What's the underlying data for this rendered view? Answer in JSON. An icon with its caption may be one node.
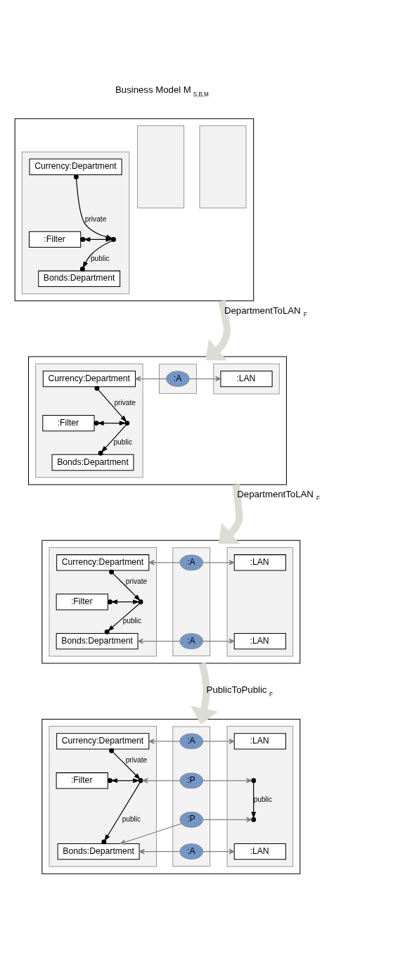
{
  "diagram": {
    "nodes": [
      {
        "text": [],
        "shape": "box"
      },
      {
        "text": [],
        "shape": "box",
        "in": 0
      },
      {
        "text": [],
        "shape": "box",
        "in": 0
      },
      {
        "text": [],
        "shape": "box",
        "in": 0
      },
      {
        "text": [
          "Currency:Department"
        ],
        "in": 1
      },
      {
        "text": [],
        "shape": "dot",
        "in": 1
      },
      {
        "text": [
          ":Filter"
        ],
        "in": 1
      },
      {
        "text": [
          "Bonds:Department"
        ],
        "in": 1
      },
      {
        "text": [],
        "shape": "box"
      },
      {
        "text": [],
        "shape": "box",
        "in": 8
      },
      {
        "text": [],
        "shape": "box",
        "in": 8
      },
      {
        "text": [],
        "shape": "box",
        "in": 8
      },
      {
        "text": [
          "Currency:Department"
        ],
        "in": 9
      },
      {
        "text": [],
        "shape": "dot",
        "in": 9
      },
      {
        "text": [
          ":Filter"
        ],
        "in": 9
      },
      {
        "text": [
          "Bonds:Department"
        ],
        "in": 9
      },
      {
        "text": [
          ":A"
        ],
        "in": 10
      },
      {
        "text": [
          ":LAN"
        ],
        "in": 11
      },
      {
        "text": [],
        "shape": "box"
      },
      {
        "text": [],
        "shape": "box",
        "in": 18
      },
      {
        "text": [],
        "shape": "box",
        "in": 18
      },
      {
        "text": [],
        "shape": "box",
        "in": 18
      },
      {
        "text": [
          "Currency:Department"
        ],
        "in": 19
      },
      {
        "text": [],
        "shape": "dot",
        "in": 19
      },
      {
        "text": [
          ":Filter"
        ],
        "in": 19
      },
      {
        "text": [
          "Bonds:Department"
        ],
        "in": 19
      },
      {
        "text": [
          ":A"
        ],
        "in": 20
      },
      {
        "text": [
          ":A"
        ],
        "in": 20
      },
      {
        "text": [
          ":LAN"
        ],
        "in": 21
      },
      {
        "text": [
          ":LAN"
        ],
        "in": 21
      },
      {
        "text": [],
        "shape": "box"
      },
      {
        "text": [],
        "shape": "box",
        "in": 30
      },
      {
        "text": [],
        "shape": "box",
        "in": 30
      },
      {
        "text": [],
        "shape": "box",
        "in": 30
      },
      {
        "text": [
          "Currency:Department"
        ],
        "in": 31
      },
      {
        "text": [],
        "shape": "dot",
        "in": 31
      },
      {
        "text": [
          ":Filter"
        ],
        "in": 31
      },
      {
        "text": [
          "Bonds:Department"
        ],
        "in": 31
      },
      {
        "text": [
          ":A"
        ],
        "in": 32
      },
      {
        "text": [
          ":P"
        ],
        "in": 32
      },
      {
        "text": [
          ":P"
        ],
        "in": 32
      },
      {
        "text": [
          ":A"
        ],
        "in": 32
      },
      {
        "text": [
          ":LAN"
        ],
        "in": 33
      },
      {
        "text": [],
        "shape": "dot",
        "in": 33
      },
      {
        "text": [],
        "shape": "dot",
        "in": 33
      },
      {
        "text": [
          ":LAN"
        ],
        "in": 33
      }
    ],
    "edges": [
      {
        "from": 4,
        "to": 5,
        "arrow": "to",
        "label": "private",
        "color": "#000000"
      },
      {
        "from": 6,
        "to": 5,
        "arrow": "both",
        "color": "#000000"
      },
      {
        "from": 5,
        "to": 7,
        "arrow": "to",
        "label": "public",
        "color": "#000000"
      },
      {
        "from": 0,
        "to": 8,
        "arrow": "to",
        "label": "DepartmentToLAN$_{F}$",
        "style": "thick",
        "color": "#dcdcd4"
      },
      {
        "from": 12,
        "to": 13,
        "arrow": "to",
        "label": "private",
        "color": "#000000"
      },
      {
        "from": 14,
        "to": 13,
        "arrow": "both",
        "color": "#000000"
      },
      {
        "from": 13,
        "to": 15,
        "arrow": "to",
        "label": "public",
        "color": "#000000"
      },
      {
        "from": 16,
        "to": 12,
        "arrow": "to"
      },
      {
        "from": 16,
        "to": 17,
        "arrow": "to"
      },
      {
        "from": 8,
        "to": 18,
        "arrow": "to",
        "label": "DepartmentToLAN$_{F}$",
        "style": "thick",
        "color": "#dcdcd4"
      },
      {
        "from": 22,
        "to": 23,
        "arrow": "to",
        "label": "private",
        "color": "#000000"
      },
      {
        "from": 24,
        "to": 23,
        "arrow": "both",
        "color": "#000000"
      },
      {
        "from": 23,
        "to": 25,
        "arrow": "to",
        "label": "public",
        "color": "#000000"
      },
      {
        "from": 26,
        "to": 22,
        "arrow": "to"
      },
      {
        "from": 26,
        "to": 28,
        "arrow": "to"
      },
      {
        "from": 27,
        "to": 25,
        "arrow": "to"
      },
      {
        "from": 27,
        "to": 29,
        "arrow": "to"
      },
      {
        "from": 18,
        "to": 30,
        "arrow": "to",
        "label": "PublicToPublic$_{F}$",
        "style": "thick",
        "color": "#dcdcd4"
      },
      {
        "from": 34,
        "to": 35,
        "arrow": "to",
        "label": "private",
        "color": "#000000"
      },
      {
        "from": 36,
        "to": 35,
        "arrow": "both",
        "color": "#000000"
      },
      {
        "from": 35,
        "to": 37,
        "arrow": "to",
        "label": "public",
        "color": "#000000"
      },
      {
        "from": 38,
        "to": 34,
        "arrow": "to"
      },
      {
        "from": 38,
        "to": 42,
        "arrow": "to"
      },
      {
        "from": 39,
        "to": 35,
        "arrow": "to"
      },
      {
        "from": 39,
        "to": 43,
        "arrow": "to"
      },
      {
        "from": 40,
        "to": 37,
        "arrow": "to"
      },
      {
        "from": 40,
        "to": 44,
        "arrow": "to"
      },
      {
        "from": 41,
        "to": 37,
        "arrow": "to"
      },
      {
        "from": 41,
        "to": 45,
        "arrow": "to"
      },
      {
        "from": 43,
        "to": 44,
        "arrow": "to",
        "label": "public",
        "color": "#000000"
      }
    ],
    "labels": [
      "Business Model M$_{S,B,M}$"
    ]
  }
}
